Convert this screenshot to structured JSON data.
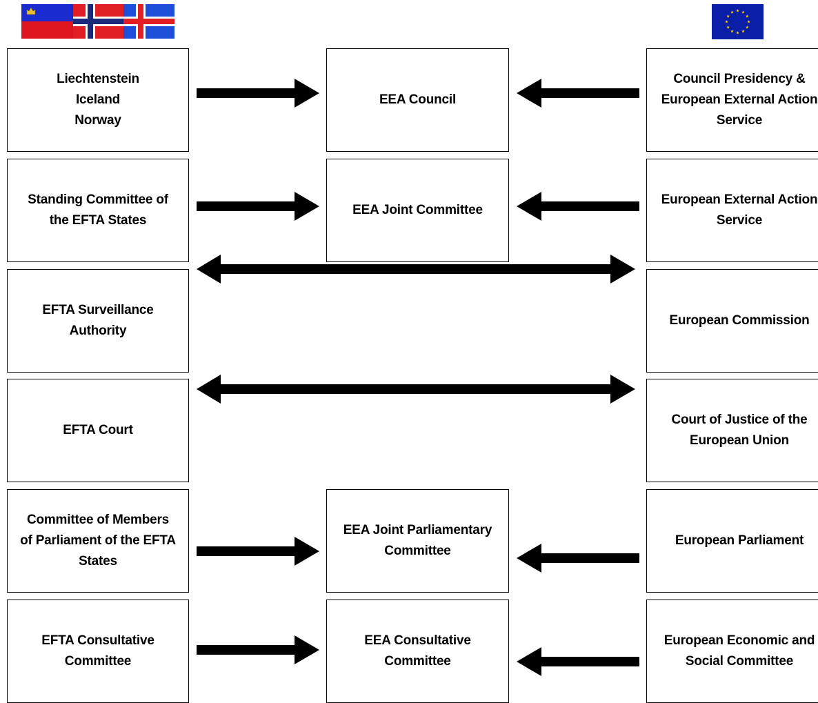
{
  "efta_side": {
    "ministers": "Liechtenstein\nIceland\nNorway",
    "standing_committee": "Standing Committee of\nthe EFTA States",
    "surveillance": "EFTA Surveillance\nAuthority",
    "court": "EFTA Court",
    "parliament": "Committee of Members\nof Parliament of the EFTA\nStates",
    "consultative": "EFTA Consultative\nCommittee"
  },
  "eea_joint": {
    "council": "EEA Council",
    "joint_committee": "EEA Joint Committee",
    "joint_parliamentary": "EEA Joint Parliamentary\nCommittee",
    "consultative": "EEA Consultative\nCommittee"
  },
  "eu_side": {
    "council": "Council Presidency &\nEuropean External Action\nService",
    "external_action": "European External Action\nService",
    "commission": "European Commission",
    "court": "Court of Justice of the\nEuropean Union",
    "parliament": "European Parliament",
    "economic_social": "European Economic and\nSocial Committee"
  },
  "colors": {
    "liechtenstein_blue": "#1a2bd0",
    "liechtenstein_red": "#e0141e",
    "norway_red": "#e01e24",
    "iceland_blue": "#1d4fd8",
    "eu_blue": "#0a1ea8",
    "eu_star": "#ffd500"
  }
}
